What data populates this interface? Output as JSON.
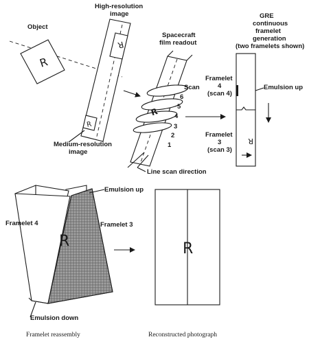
{
  "labels": {
    "object": "Object",
    "high_res_1": "High-resolution",
    "high_res_2": "image",
    "medium_res_1": "Medium-resolution",
    "medium_res_2": "image",
    "spacecraft_1": "Spacecraft",
    "spacecraft_2": "film readout",
    "scan_title": "Scan",
    "scan_numbers": [
      "6",
      "5",
      "4",
      "3",
      "2",
      "1"
    ],
    "line_scan": "Line scan direction",
    "gre_1": "GRE",
    "gre_2": "continuous",
    "gre_3": "framelet",
    "gre_4": "generation",
    "gre_5": "(two framelets shown)",
    "framelet4_scan_1": "Framelet",
    "framelet4_scan_2": "4",
    "framelet4_scan_3": "(scan 4)",
    "framelet3_scan_1": "Framelet",
    "framelet3_scan_2": "3",
    "framelet3_scan_3": "(scan 3)",
    "emulsion_up_top": "Emulsion up",
    "emulsion_up_bottom": "Emulsion up",
    "framelet_4": "Framelet 4",
    "framelet_3": "Framelet 3",
    "emulsion_down": "Emulsion down"
  },
  "glyph_letter": "R",
  "captions": {
    "framelet_reassembly": "Framelet reassembly",
    "reconstructed_photograph": "Reconstructed photograph"
  }
}
